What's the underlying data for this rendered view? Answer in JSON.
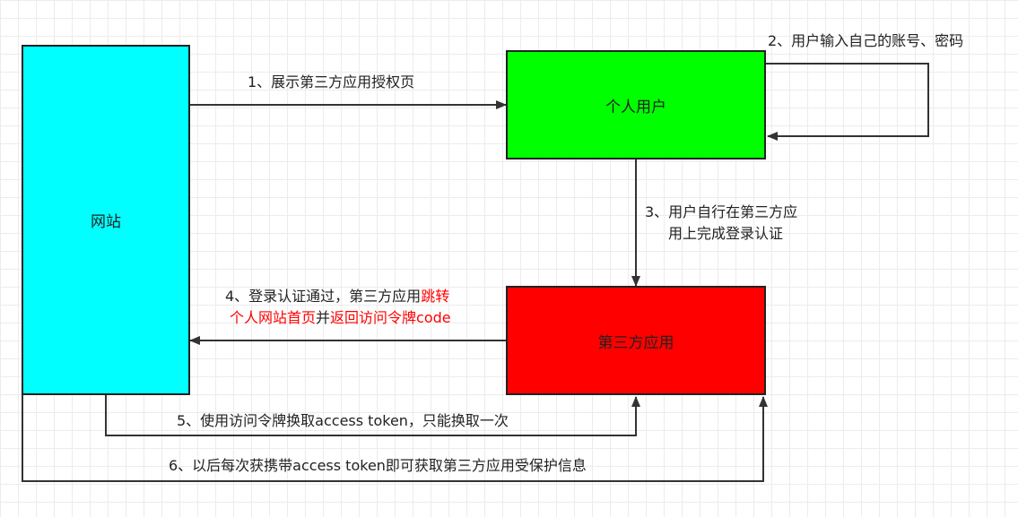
{
  "nodes": {
    "website": "网站",
    "user": "个人用户",
    "third_party": "第三方应用"
  },
  "edges": {
    "e1": "1、展示第三方应用授权页",
    "e2": "2、用户输入自己的账号、密码",
    "e3_line1": "3、用户自行在第三方应",
    "e3_line2": "用上完成登录认证",
    "e4_part1": "4、登录认证通过，第三方应用",
    "e4_part2": "跳转",
    "e4_part3": "个人网站首页",
    "e4_part4": "并",
    "e4_part5": "返回访问令牌code",
    "e5": "5、使用访问令牌换取access  token，只能换取一次",
    "e6": "6、以后每次获携带access  token即可获取第三方应用受保护信息"
  },
  "colors": {
    "website": "#00ffff",
    "user": "#00ff00",
    "third_party": "#ff0000",
    "highlight_text": "#ff0000"
  }
}
